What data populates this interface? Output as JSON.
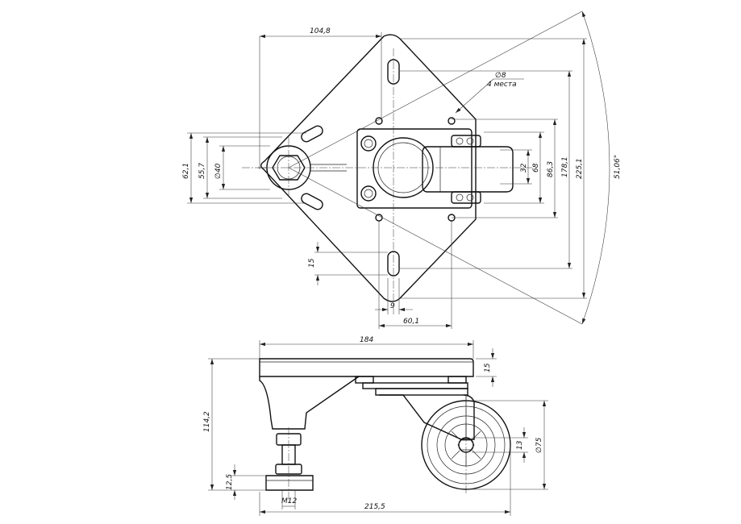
{
  "top_view": {
    "d_104_8": "104,8",
    "d_62_1": "62,1",
    "d_55_7": "55,7",
    "d_phi40": "∅40",
    "d_phi8": "∅8",
    "d_4_places": "4 места",
    "d_32": "32",
    "d_68": "68",
    "d_86_3": "86,3",
    "d_178_1": "178,1",
    "d_225_1": "225,1",
    "d_angle": "51,06°",
    "d_15": "15",
    "d_9": "9",
    "d_60_1": "60,1"
  },
  "side_view": {
    "d_184": "184",
    "d_15": "15",
    "d_114_2": "114,2",
    "d_12_5": "12,5",
    "d_13": "13",
    "d_phi75": "∅75",
    "d_m12": "M12",
    "d_215_5": "215,5"
  }
}
